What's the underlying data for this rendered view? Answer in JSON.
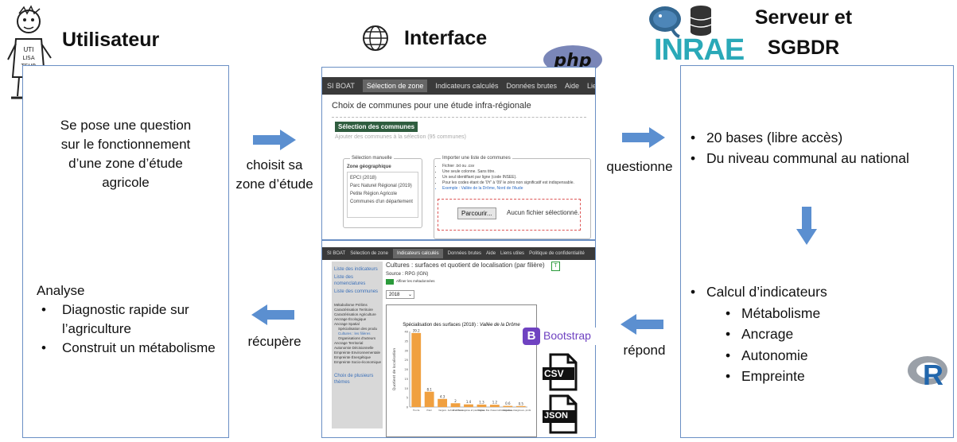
{
  "headers": {
    "user": "Utilisateur",
    "interface": "Interface",
    "server_line1": "Serveur et",
    "server_line2": "SGBDR"
  },
  "user_panel": {
    "question": [
      "Se pose une question",
      "sur le fonctionnement",
      "d’une zone d’étude",
      "agricole"
    ],
    "analyse_title": "Analyse",
    "analyse_items": [
      "Diagnostic rapide sur l’agriculture",
      "Construit un métabolisme"
    ]
  },
  "arrows": {
    "choose": [
      "choisit sa",
      "zone d’étude"
    ],
    "query": "questionne",
    "retrieve": "récupère",
    "respond": "répond"
  },
  "server_panel": {
    "top_items": [
      "20 bases (libre accès)",
      "Du niveau communal au national"
    ],
    "calc_title": "Calcul d’indicateurs",
    "calc_items": [
      "Métabolisme",
      "Ancrage",
      "Autonomie",
      "Empreinte"
    ]
  },
  "logos": {
    "php": "php",
    "inrae": "INRAE",
    "bootstrap_letter": "B",
    "bootstrap": "Bootstrap",
    "csv": "CSV",
    "json": "JSON",
    "r": "R"
  },
  "colors": {
    "panel_border": "#6a8fc4",
    "arrow": "#5b8fd0",
    "inrae": "#2aa9b8",
    "php": "#7a86b8",
    "bootstrap": "#6f42c1",
    "bar": "#f0a040",
    "r_blue": "#2166ac"
  },
  "screenshot_top": {
    "nav": [
      "SI BOAT",
      "Sélection de zone",
      "Indicateurs calculés",
      "Données brutes",
      "Aide",
      "Liens u"
    ],
    "heading": "Choix de communes pour une étude infra-régionale",
    "section": "Sélection des communes",
    "subtitle": "Ajouter des communes à la sélection (95 communes)",
    "manual_title": "Sélection manuelle",
    "manual_label": "Zone géographique",
    "manual_options": [
      "EPCI (2018)",
      "Parc Naturel Régional (2019)",
      "Petite Région Agricole",
      "Communes d'un département"
    ],
    "import_title": "Importer une liste de communes",
    "import_rules": [
      "Fichier .txt ou .csv",
      "Une seule colonne. Sans titre.",
      "Un seul identifiant par ligne (code INSEE).",
      "Pour les codes étant de '0Y' à '09' le zéro non significatif est indispensable.",
      "Exemple : Vallée de la Drôme, Nord de l'Aude"
    ],
    "browse": "Parcourir...",
    "no_file": "Aucun fichier sélectionné."
  },
  "screenshot_bottom": {
    "nav": [
      "SI BOAT",
      "Sélection de zone",
      "Indicateurs calculés",
      "Données brutes",
      "Aide",
      "Liens utiles",
      "Politique de confidentialité"
    ],
    "sidebar": [
      "Liste des indicateurs",
      "Liste des nomenclatures",
      "Liste des communes"
    ],
    "tree": [
      "Métabolisme Prélims",
      "Caractérisation Territoire",
      "Caractérisation Agriculture",
      "Ancrage Écologique",
      "Ancrage Spatial",
      "Spécialisation des produ",
      "Cultures : les filières",
      "Organisations d'acteurs",
      "Ancrage Territorial",
      "Autonomie Décisionnelle",
      "Empreinte Environnementale",
      "Empreinte Énergétique",
      "Empreinte Socio-économique"
    ],
    "choice": "Choix de plusieurs thèmes",
    "title": "Cultures : surfaces et quotient de localisation (par filière)",
    "source": "Source : RPG (IGN)",
    "affiner": "Affiner les métadonnées",
    "year": "2018",
    "chart_title_prefix": "Spécialisation des surfaces (2018) :",
    "chart_title_zone": "Vallée de la Drôme"
  },
  "chart_data": {
    "type": "bar",
    "title": "Spécialisation des surfaces (2018) : Vallée de la Drôme",
    "ylabel": "Quotient de localisation",
    "categories": [
      "Fourra",
      "Prairi",
      "Vergers",
      "Autres cultures",
      "Fruit fourragères et pastorales",
      "Vignes",
      "Pas d'association",
      "Légumes",
      "Céréales, oléagineux, protéagineux"
    ],
    "values": [
      39.2,
      8.1,
      4.3,
      2.0,
      1.4,
      1.3,
      1.2,
      0.6,
      0.5
    ],
    "data_labels": [
      "39.2",
      "8.1",
      "4.3",
      "2",
      "1.4",
      "1.3",
      "1.2",
      "0.6",
      "0.5"
    ],
    "ytick_labels": [
      "40",
      "35",
      "30",
      "25",
      "20",
      "15",
      "10",
      "5",
      "0"
    ],
    "ylim": [
      0,
      40
    ],
    "legend": "none",
    "grid": false
  }
}
